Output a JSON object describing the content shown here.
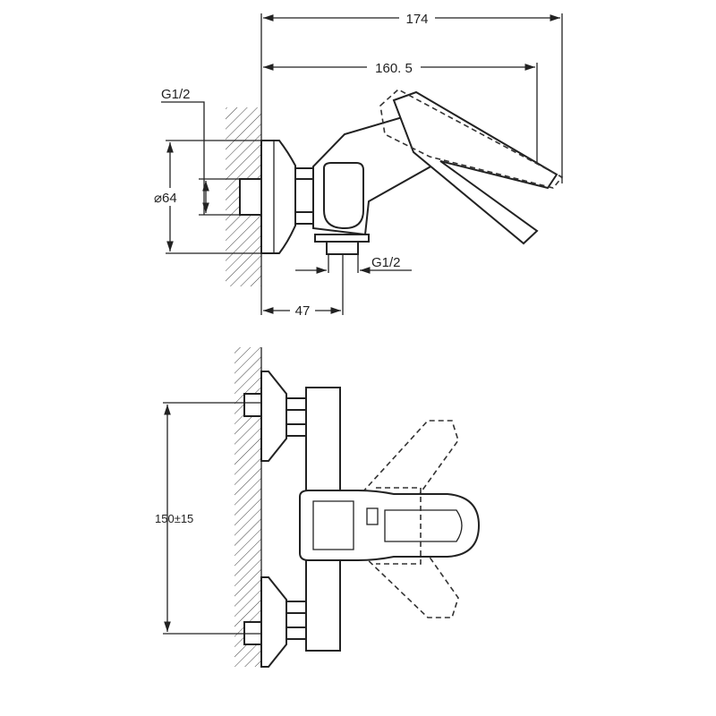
{
  "top_view": {
    "dim_overall_width": "174",
    "dim_handle_reach": "160. 5",
    "dim_inlet_thread": "G1/2",
    "dim_flange_diameter": "⌀64",
    "dim_outlet_thread": "G1/2",
    "dim_outlet_offset": "47"
  },
  "front_view": {
    "dim_inlet_spacing": "150±15"
  }
}
